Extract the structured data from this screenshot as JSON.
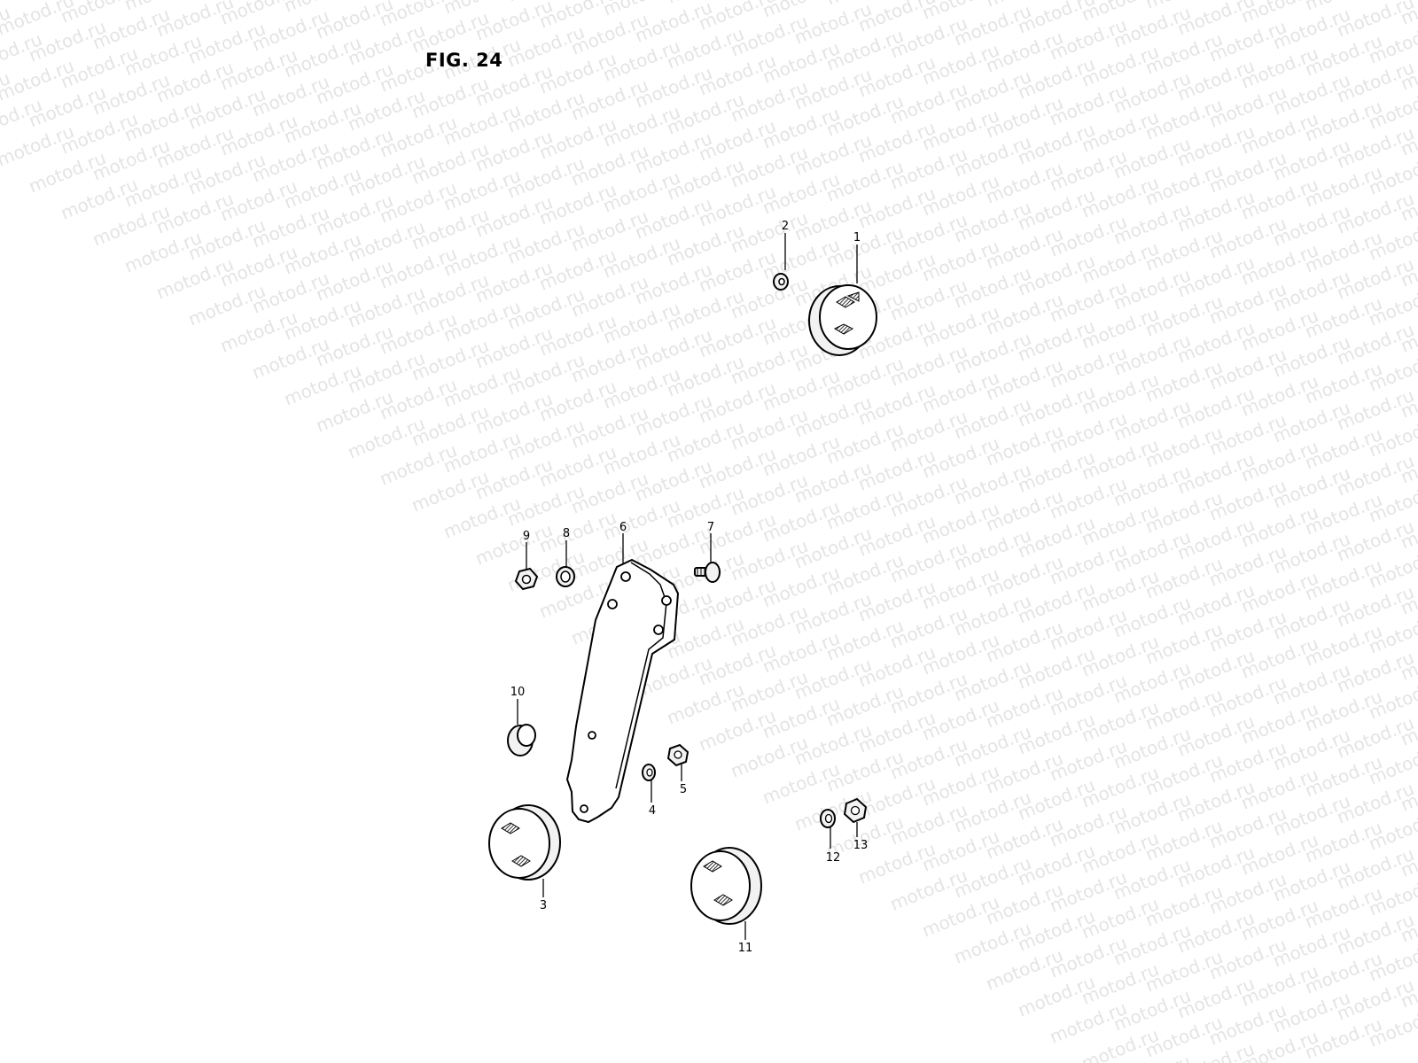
{
  "figure": {
    "title": "FIG. 24"
  },
  "watermark": {
    "text": "motod.ru"
  },
  "callouts": [
    "1",
    "2",
    "3",
    "4",
    "5",
    "6",
    "7",
    "8",
    "9",
    "10",
    "11",
    "12",
    "13"
  ]
}
